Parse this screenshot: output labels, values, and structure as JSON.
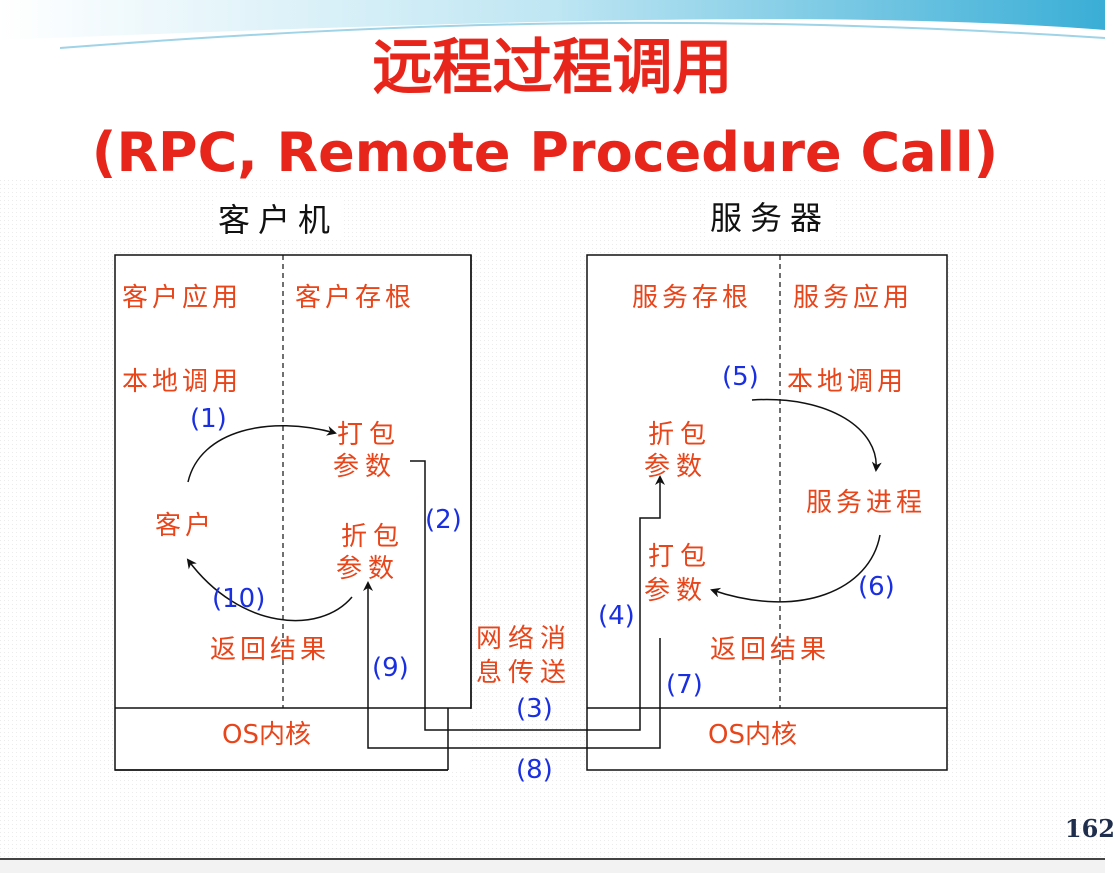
{
  "title": {
    "line1": "远程过程调用",
    "line2": "(RPC, Remote Procedure Call)"
  },
  "client": {
    "header": "客户机",
    "app_label": "客户应用",
    "stub_label": "客户存根",
    "local_call": "本地调用",
    "client": "客户",
    "pack_params": [
      "打包",
      "参数"
    ],
    "unpack_params": [
      "折包",
      "参数"
    ],
    "return_result": "返回结果",
    "kernel": "OS内核"
  },
  "server": {
    "header": "服务器",
    "stub_label": "服务存根",
    "app_label": "服务应用",
    "local_call": "本地调用",
    "unpack_params": [
      "折包",
      "参数"
    ],
    "service_process": "服务进程",
    "pack_params": [
      "打包",
      "参数"
    ],
    "return_result": "返回结果",
    "kernel": "OS内核"
  },
  "network": [
    "网络消",
    "息传送"
  ],
  "steps": [
    "(1)",
    "(2)",
    "(3)",
    "(4)",
    "(5)",
    "(6)",
    "(7)",
    "(8)",
    "(9)",
    "(10)"
  ],
  "page_number": "162",
  "colors": {
    "red": "#e8451b",
    "title_red": "#e8251b",
    "blue": "#1a2fe0"
  }
}
